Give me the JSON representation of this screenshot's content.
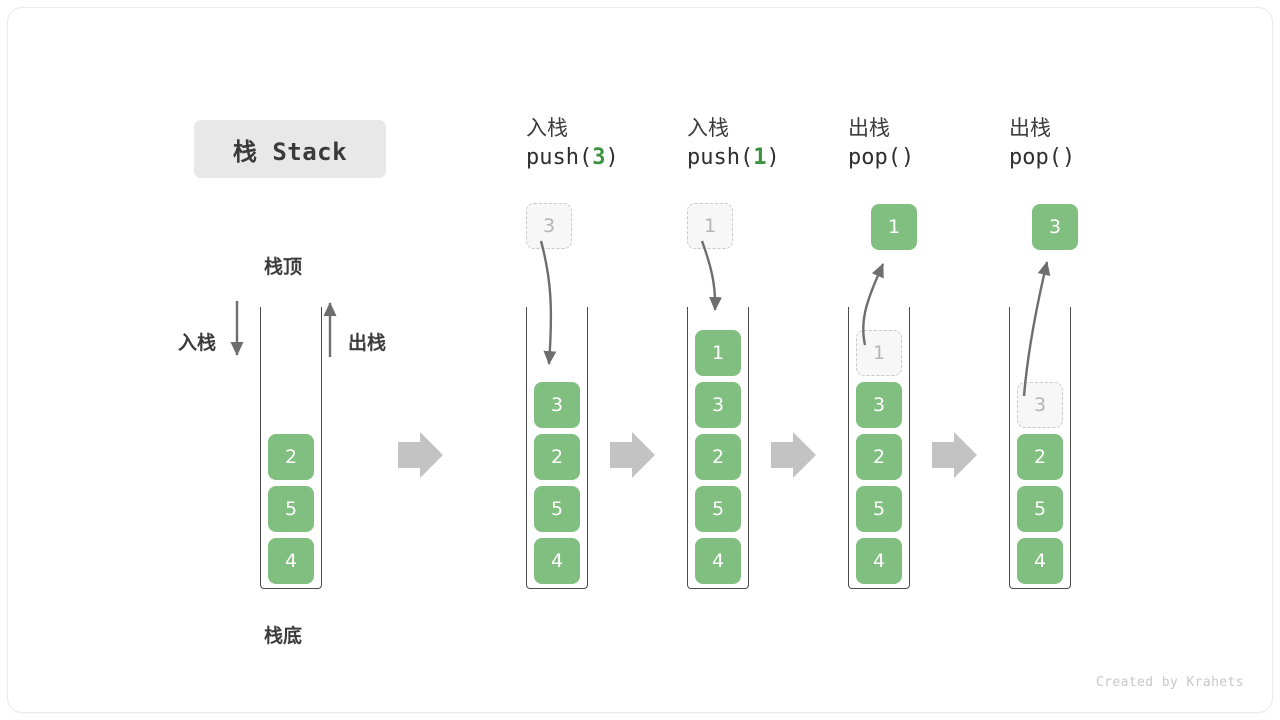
{
  "title_badge": "栈 Stack",
  "footer": "Created by Krahets",
  "colors": {
    "element_green": "#81bf81",
    "arg_green": "#3f9142",
    "ghost_gray": "#b4b4b4",
    "arrow_gray": "#6e6e6e",
    "flow_arrow_gray": "#c3c3c3",
    "badge_bg": "#e8e8e8",
    "text": "#3c3c3c"
  },
  "base_stack": {
    "top_label": "栈顶",
    "bottom_label": "栈底",
    "push_label": "入栈",
    "pop_label": "出栈",
    "elements": [
      "4",
      "5",
      "2"
    ]
  },
  "steps": [
    {
      "cn": "入栈",
      "code_prefix": "push(",
      "code_arg": "3",
      "code_suffix": ")",
      "operation": "push",
      "incoming_value": "3",
      "elements": [
        "4",
        "5",
        "2",
        "3"
      ],
      "ghost_index": null
    },
    {
      "cn": "入栈",
      "code_prefix": "push(",
      "code_arg": "1",
      "code_suffix": ")",
      "operation": "push",
      "incoming_value": "1",
      "elements": [
        "4",
        "5",
        "2",
        "3",
        "1"
      ],
      "ghost_index": null
    },
    {
      "cn": "出栈",
      "code_prefix": "pop(",
      "code_arg": "",
      "code_suffix": ")",
      "operation": "pop",
      "outgoing_value": "1",
      "elements": [
        "4",
        "5",
        "2",
        "3",
        "1"
      ],
      "ghost_index": 4
    },
    {
      "cn": "出栈",
      "code_prefix": "pop(",
      "code_arg": "",
      "code_suffix": ")",
      "operation": "pop",
      "outgoing_value": "3",
      "elements": [
        "4",
        "5",
        "2",
        "3"
      ],
      "ghost_index": 3
    }
  ]
}
